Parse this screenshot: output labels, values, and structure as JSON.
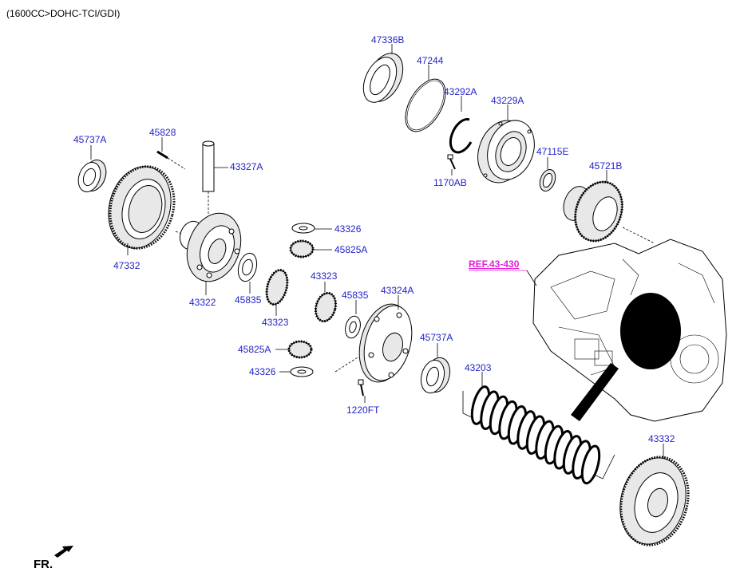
{
  "header": "(1600CC>DOHC-TCI/GDI)",
  "fr_label": "FR.",
  "ref_label": "REF.43-430",
  "labels": {
    "p47336B": "47336B",
    "p47244": "47244",
    "p43292A": "43292A",
    "p43229A": "43229A",
    "p47115E": "47115E",
    "p45721B": "45721B",
    "p1170AB": "1170AB",
    "p45737A_top": "45737A",
    "p45828": "45828",
    "p43327A": "43327A",
    "p47332": "47332",
    "p43326_top": "43326",
    "p45825A_top": "45825A",
    "p43322": "43322",
    "p45835_left": "45835",
    "p43323_top": "43323",
    "p43323_bot": "43323",
    "p45835_mid": "45835",
    "p43324A": "43324A",
    "p45825A_bot": "45825A",
    "p43326_bot": "43326",
    "p45737A_bot": "45737A",
    "p1220FT": "1220FT",
    "p43203": "43203",
    "p43332": "43332"
  }
}
